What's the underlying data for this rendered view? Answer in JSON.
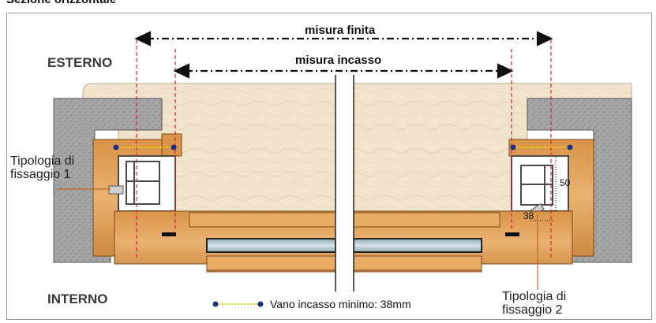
{
  "header": {
    "title": "Sezione orizzontale"
  },
  "labels": {
    "exterior": "ESTERNO",
    "interior": "INTERNO",
    "finished_size": "misura finita",
    "recess_size": "misura incasso",
    "fixing_1": [
      "Tipologia di",
      "fissaggio 1"
    ],
    "fixing_2": [
      "Tipologia di",
      "fissaggio 2"
    ],
    "dim_50": "50",
    "dim_38": "38"
  },
  "legend": {
    "min_recess": "Vano incasso minimo: 38mm"
  },
  "colors": {
    "wood": "#e0a35a",
    "stone": "#f0e3cc",
    "concrete": "#9b9b9b",
    "dashed_red": "#d9263b",
    "dim_blue": "#1c2f87",
    "legend_yellow": "#e7d21a"
  }
}
